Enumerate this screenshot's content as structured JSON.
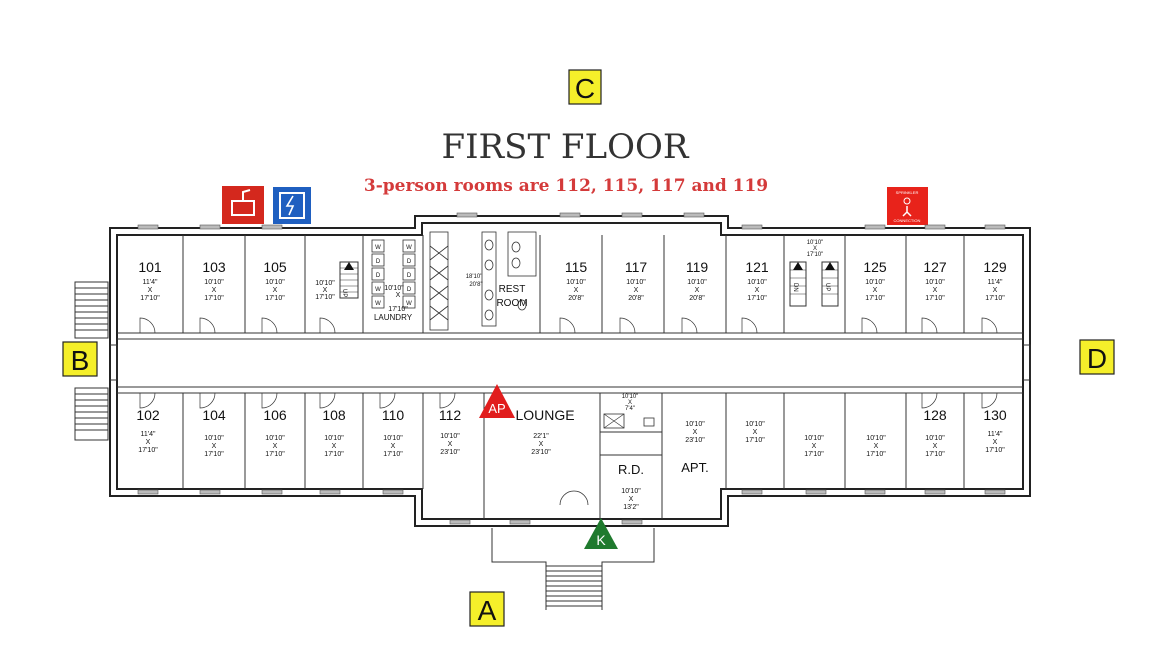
{
  "title": "FIRST FLOOR",
  "subtitle": "3-person rooms are 112, 115, 117 and 119",
  "entrance_markers": [
    "A",
    "B",
    "C",
    "D"
  ],
  "markers": {
    "ap": "AP",
    "k": "K",
    "ap_color": "#e11d1d",
    "k_color": "#1f7a2e",
    "marker_fill": "#f5ef2a"
  },
  "icons": {
    "fire_extinguisher_color": "#d4281d",
    "electrical_panel_color": "#1f5fc0",
    "sprinkler_color": "#e8231b",
    "sprinkler_line1": "SPRINKLER",
    "sprinkler_line2": "CONNECTION"
  },
  "top_rooms": [
    {
      "num": "101",
      "d1": "11'4\"",
      "d2": "17'10\""
    },
    {
      "num": "103",
      "d1": "10'10\"",
      "d2": "17'10\""
    },
    {
      "num": "105",
      "d1": "10'10\"",
      "d2": "17'10\""
    },
    {
      "num": "115",
      "d1": "10'10\"",
      "d2": "20'8\""
    },
    {
      "num": "117",
      "d1": "10'10\"",
      "d2": "20'8\""
    },
    {
      "num": "119",
      "d1": "10'10\"",
      "d2": "20'8\""
    },
    {
      "num": "121",
      "d1": "10'10\"",
      "d2": "17'10\""
    },
    {
      "num": "125",
      "d1": "10'10\"",
      "d2": "17'10\""
    },
    {
      "num": "127",
      "d1": "10'10\"",
      "d2": "17'10\""
    },
    {
      "num": "129",
      "d1": "11'4\"",
      "d2": "17'10\""
    }
  ],
  "bottom_rooms": [
    {
      "num": "102",
      "d1": "11'4\"",
      "d2": "17'10\""
    },
    {
      "num": "104",
      "d1": "10'10\"",
      "d2": "17'10\""
    },
    {
      "num": "106",
      "d1": "10'10\"",
      "d2": "17'10\""
    },
    {
      "num": "108",
      "d1": "10'10\"",
      "d2": "17'10\""
    },
    {
      "num": "110",
      "d1": "10'10\"",
      "d2": "17'10\""
    },
    {
      "num": "112",
      "d1": "10'10\"",
      "d2": "23'10\""
    },
    {
      "num": "128",
      "d1": "10'10\"",
      "d2": "17'10\""
    },
    {
      "num": "130",
      "d1": "11'4\"",
      "d2": "17'10\""
    }
  ],
  "stair_dims": {
    "a": "10'10\"",
    "b": "17'10\""
  },
  "stair_top_dims": {
    "a": "10'10\"",
    "b": "17'10\""
  },
  "up_label": "UP",
  "dn_label": "DN",
  "laundry": {
    "label": "LAUNDRY",
    "d1": "10'10\"",
    "d2": "17'10\"",
    "washer": "W",
    "dryer": "D"
  },
  "restroom": {
    "line1": "REST",
    "line2": "ROOM",
    "d1": "18'10\"",
    "d2": "20'8\""
  },
  "lounge": {
    "label": "LOUNGE",
    "d1": "22'1\"",
    "d2": "23'10\""
  },
  "small_room": {
    "d1": "10'10\"",
    "d2": "7'4\""
  },
  "rd": {
    "label": "R.D.",
    "d1": "10'10\"",
    "d2": "13'2\""
  },
  "apt": {
    "label": "APT.",
    "d1": "10'10\"",
    "d2": "23'10\""
  },
  "apt_room": {
    "d1": "10'10\"",
    "d2": "17'10\""
  },
  "br_room1": {
    "d1": "10'10\"",
    "d2": "17'10\""
  },
  "br_room2": {
    "d1": "10'10\"",
    "d2": "17'10\""
  },
  "x_sep": "X"
}
